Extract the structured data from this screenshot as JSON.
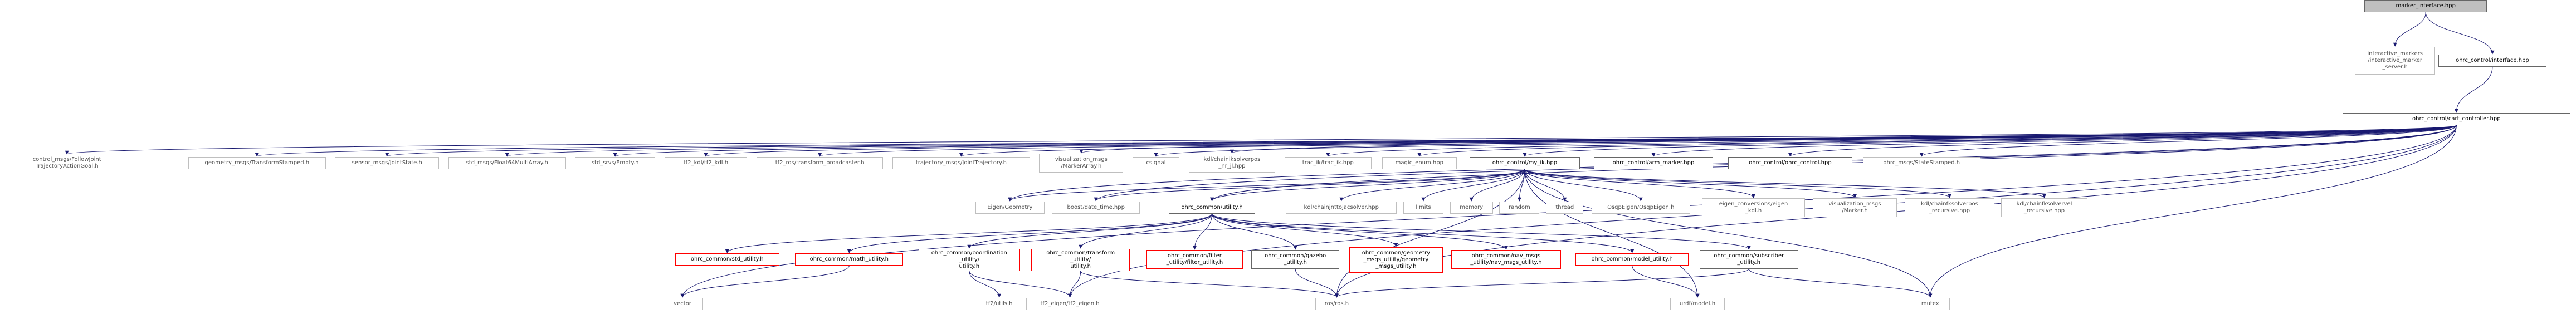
{
  "graph": {
    "title": "",
    "colors": {
      "edge": "#191970",
      "root_fill": "#bfbfbf",
      "node_border": "#666666",
      "missing_border": "#ff0000",
      "external_border": "#bfbfbf"
    },
    "nodes": [
      {
        "id": "marker_interface",
        "label": "marker_interface.hpp",
        "kind": "root"
      },
      {
        "id": "im_server",
        "label": "interactive_markers\n/interactive_marker\n_server.h",
        "kind": "ext"
      },
      {
        "id": "interface",
        "label": "ohrc_control/interface.hpp",
        "kind": "doc"
      },
      {
        "id": "cart",
        "label": "ohrc_control/cart_controller.hpp",
        "kind": "doc"
      },
      {
        "id": "follow",
        "label": "control_msgs/FollowJoint\nTrajectoryActionGoal.h",
        "kind": "ext"
      },
      {
        "id": "tfstamped",
        "label": "geometry_msgs/TransformStamped.h",
        "kind": "ext"
      },
      {
        "id": "jointstate",
        "label": "sensor_msgs/JointState.h",
        "kind": "ext"
      },
      {
        "id": "float64",
        "label": "std_msgs/Float64MultiArray.h",
        "kind": "ext"
      },
      {
        "id": "empty",
        "label": "std_srvs/Empty.h",
        "kind": "ext"
      },
      {
        "id": "tf2kdl",
        "label": "tf2_kdl/tf2_kdl.h",
        "kind": "ext"
      },
      {
        "id": "tfbroad",
        "label": "tf2_ros/transform_broadcaster.h",
        "kind": "ext"
      },
      {
        "id": "jtraj",
        "label": "trajectory_msgs/JointTrajectory.h",
        "kind": "ext"
      },
      {
        "id": "vizarr",
        "label": "visualization_msgs\n/MarkerArray.h",
        "kind": "ext"
      },
      {
        "id": "csignal",
        "label": "csignal",
        "kind": "ext"
      },
      {
        "id": "chainik",
        "label": "kdl/chainiksolverpos\n_nr_jl.hpp",
        "kind": "ext"
      },
      {
        "id": "tracik",
        "label": "trac_ik/trac_ik.hpp",
        "kind": "ext"
      },
      {
        "id": "magic",
        "label": "magic_enum.hpp",
        "kind": "ext"
      },
      {
        "id": "myik",
        "label": "ohrc_control/my_ik.hpp",
        "kind": "doc"
      },
      {
        "id": "armmarker",
        "label": "ohrc_control/arm_marker.hpp",
        "kind": "doc"
      },
      {
        "id": "ohrcctrl",
        "label": "ohrc_control/ohrc_control.hpp",
        "kind": "doc"
      },
      {
        "id": "statestamped",
        "label": "ohrc_msgs/StateStamped.h",
        "kind": "ext"
      },
      {
        "id": "eigeom",
        "label": "Eigen/Geometry",
        "kind": "ext"
      },
      {
        "id": "datetime",
        "label": "boost/date_time.hpp",
        "kind": "ext"
      },
      {
        "id": "utility",
        "label": "ohrc_common/utility.h",
        "kind": "doc"
      },
      {
        "id": "chainjnt",
        "label": "kdl/chainjnttojacsolver.hpp",
        "kind": "ext"
      },
      {
        "id": "limits",
        "label": "limits",
        "kind": "ext"
      },
      {
        "id": "memory",
        "label": "memory",
        "kind": "ext"
      },
      {
        "id": "random",
        "label": "random",
        "kind": "ext"
      },
      {
        "id": "thread",
        "label": "thread",
        "kind": "ext"
      },
      {
        "id": "osqp",
        "label": "OsqpEigen/OsqpEigen.h",
        "kind": "ext"
      },
      {
        "id": "eigconv",
        "label": "eigen_conversions/eigen\n_kdl.h",
        "kind": "ext"
      },
      {
        "id": "vizmarker",
        "label": "visualization_msgs\n/Marker.h",
        "kind": "ext"
      },
      {
        "id": "chainfk",
        "label": "kdl/chainfksolverpos\n_recursive.hpp",
        "kind": "ext"
      },
      {
        "id": "chainfkvel",
        "label": "kdl/chainfksolvervel\n_recursive.hpp",
        "kind": "ext"
      },
      {
        "id": "stdutil",
        "label": "ohrc_common/std_utility.h",
        "kind": "mis"
      },
      {
        "id": "mathutil",
        "label": "ohrc_common/math_utility.h",
        "kind": "mis"
      },
      {
        "id": "coord",
        "label": "ohrc_common/coordination\n_utility/\nutility.h",
        "kind": "mis"
      },
      {
        "id": "transform",
        "label": "ohrc_common/transform\n_utility/\nutility.h",
        "kind": "mis"
      },
      {
        "id": "filter",
        "label": "ohrc_common/filter\n_utility/filter_utility.h",
        "kind": "mis"
      },
      {
        "id": "gazebo",
        "label": "ohrc_common/gazebo\n_utility.h",
        "kind": "doc"
      },
      {
        "id": "geometry",
        "label": "ohrc_common/geometry\n_msgs_utility/geometry\n_msgs_utility.h",
        "kind": "mis"
      },
      {
        "id": "navmsgs",
        "label": "ohrc_common/nav_msgs\n_utility/nav_msgs_utility.h",
        "kind": "mis"
      },
      {
        "id": "model",
        "label": "ohrc_common/model_utility.h",
        "kind": "mis"
      },
      {
        "id": "subscriber",
        "label": "ohrc_common/subscriber\n_utility.h",
        "kind": "doc"
      },
      {
        "id": "vector",
        "label": "vector",
        "kind": "ext"
      },
      {
        "id": "tf2utils",
        "label": "tf2/utils.h",
        "kind": "ext"
      },
      {
        "id": "tf2eigen",
        "label": "tf2_eigen/tf2_eigen.h",
        "kind": "ext"
      },
      {
        "id": "rosh",
        "label": "ros/ros.h",
        "kind": "ext"
      },
      {
        "id": "urdf",
        "label": "urdf/model.h",
        "kind": "ext"
      },
      {
        "id": "mutex",
        "label": "mutex",
        "kind": "ext"
      }
    ],
    "edges": [
      [
        "marker_interface",
        "im_server"
      ],
      [
        "marker_interface",
        "interface"
      ],
      [
        "interface",
        "cart"
      ],
      [
        "cart",
        "follow"
      ],
      [
        "cart",
        "tfstamped"
      ],
      [
        "cart",
        "jointstate"
      ],
      [
        "cart",
        "float64"
      ],
      [
        "cart",
        "empty"
      ],
      [
        "cart",
        "tf2kdl"
      ],
      [
        "cart",
        "tfbroad"
      ],
      [
        "cart",
        "jtraj"
      ],
      [
        "cart",
        "vizarr"
      ],
      [
        "cart",
        "csignal"
      ],
      [
        "cart",
        "chainik"
      ],
      [
        "cart",
        "tracik"
      ],
      [
        "cart",
        "magic"
      ],
      [
        "cart",
        "myik"
      ],
      [
        "cart",
        "armmarker"
      ],
      [
        "cart",
        "ohrcctrl"
      ],
      [
        "cart",
        "statestamped"
      ],
      [
        "cart",
        "eigeom"
      ],
      [
        "cart",
        "datetime"
      ],
      [
        "cart",
        "utility"
      ],
      [
        "cart",
        "vector"
      ],
      [
        "cart",
        "tf2eigen"
      ],
      [
        "cart",
        "rosh"
      ],
      [
        "cart",
        "mutex"
      ],
      [
        "myik",
        "chainjnt"
      ],
      [
        "myik",
        "limits"
      ],
      [
        "myik",
        "memory"
      ],
      [
        "myik",
        "random"
      ],
      [
        "myik",
        "thread"
      ],
      [
        "myik",
        "osqp"
      ],
      [
        "myik",
        "eigconv"
      ],
      [
        "myik",
        "vizmarker"
      ],
      [
        "myik",
        "chainfk"
      ],
      [
        "myik",
        "chainfkvel"
      ],
      [
        "myik",
        "eigeom"
      ],
      [
        "myik",
        "datetime"
      ],
      [
        "myik",
        "utility"
      ],
      [
        "myik",
        "urdf"
      ],
      [
        "myik",
        "mutex"
      ],
      [
        "myik",
        "rosh"
      ],
      [
        "utility",
        "stdutil"
      ],
      [
        "utility",
        "mathutil"
      ],
      [
        "utility",
        "coord"
      ],
      [
        "utility",
        "transform"
      ],
      [
        "utility",
        "filter"
      ],
      [
        "utility",
        "gazebo"
      ],
      [
        "utility",
        "geometry"
      ],
      [
        "utility",
        "navmsgs"
      ],
      [
        "utility",
        "model"
      ],
      [
        "utility",
        "subscriber"
      ],
      [
        "mathutil",
        "vector"
      ],
      [
        "coord",
        "tf2utils"
      ],
      [
        "coord",
        "tf2eigen"
      ],
      [
        "transform",
        "tf2eigen"
      ],
      [
        "transform",
        "rosh"
      ],
      [
        "gazebo",
        "rosh"
      ],
      [
        "model",
        "urdf"
      ],
      [
        "subscriber",
        "rosh"
      ],
      [
        "subscriber",
        "mutex"
      ]
    ]
  }
}
